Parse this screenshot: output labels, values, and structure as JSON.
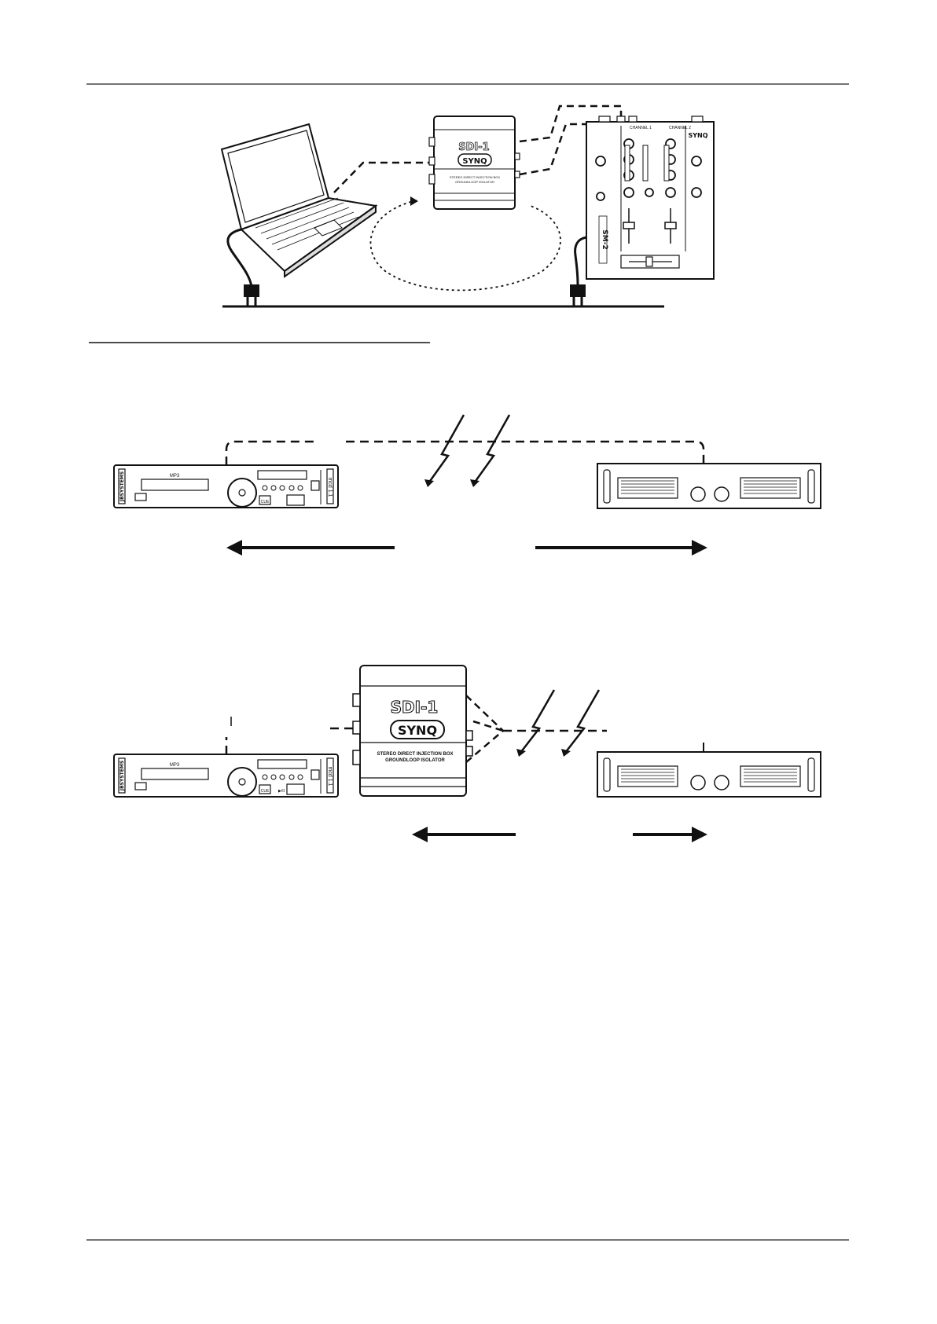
{
  "devices": {
    "sdi_model": "SDI-1",
    "sdi_brand": "SYNQ",
    "sdi_caption_line1": "STEREO DIRECT INJECTION BOX",
    "sdi_caption_line2": "GROUNDLOOP ISOLATOR",
    "mixer_brand": "SYNQ",
    "mixer_model": "SM-2",
    "mixer_channel1": "CHANNEL 1",
    "mixer_channel2": "CHANNEL 2",
    "cd_brand": "JBSYSTEMS",
    "cd_model": "mcd 1.1",
    "cd_badge": "MP3",
    "cd_play_label": "▶/II",
    "cd_cue_label": "CUE"
  }
}
